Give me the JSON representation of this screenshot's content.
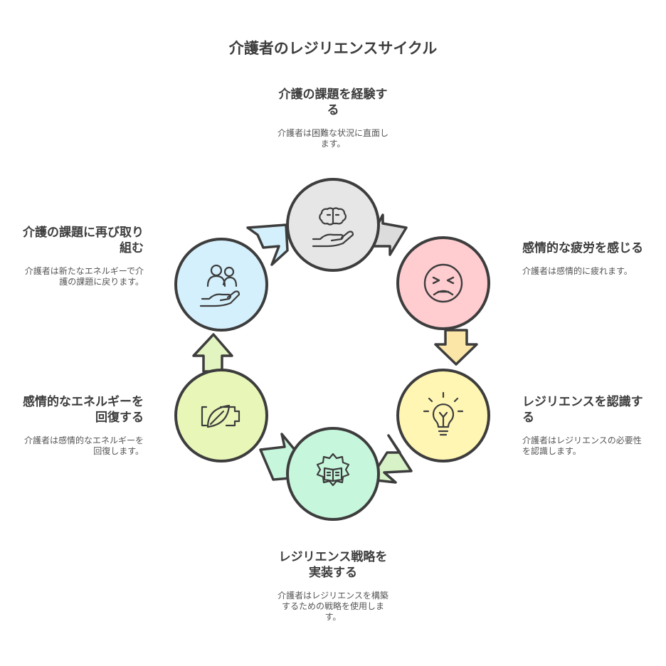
{
  "title": "介護者のレジリエンスサイクル",
  "colors": {
    "stroke": "#3d3d3d",
    "brain_fill": "#e6e6e6",
    "face_fill": "#ffccd0",
    "bulb_fill": "#fff6b3",
    "gear_fill": "#c6f6dc",
    "battery_fill": "#e8f7b8",
    "people_fill": "#d4f0fc"
  },
  "steps": [
    {
      "title": "介護の課題を経験する",
      "desc": "介護者は困難な状況に直面します。",
      "icon": "brain-hand-icon"
    },
    {
      "title": "感情的な疲労を感じる",
      "desc": "介護者は感情的に疲れます。",
      "icon": "sad-face-icon"
    },
    {
      "title": "レジリエンスを認識する",
      "desc": "介護者はレジリエンスの必要性を認識します。",
      "icon": "lightbulb-icon"
    },
    {
      "title": "レジリエンス戦略を実装する",
      "desc": "介護者はレジリエンスを構築するための戦略を使用します。",
      "icon": "gear-book-icon"
    },
    {
      "title": "感情的なエネルギーを回復する",
      "desc": "介護者は感情的なエネルギーを回復します。",
      "icon": "battery-leaf-icon"
    },
    {
      "title": "介護の課題に再び取り組む",
      "desc": "介護者は新たなエネルギーで介護の課題に戻ります。",
      "icon": "people-hand-icon"
    }
  ]
}
